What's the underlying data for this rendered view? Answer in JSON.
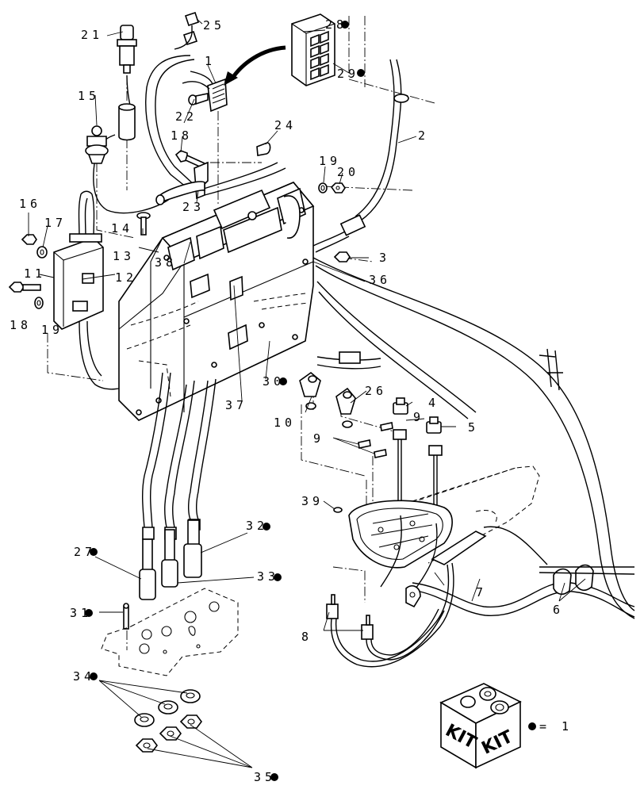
{
  "callouts": {
    "c1": "1",
    "c2": "2",
    "c3": "3",
    "c4": "4",
    "c5": "5",
    "c6": "6",
    "c7": "7",
    "c8": "8",
    "c9a": "9",
    "c9b": "9",
    "c10": "10",
    "c11": "11",
    "c12": "12",
    "c13": "13",
    "c14": "14",
    "c15": "15",
    "c16": "16",
    "c17": "17",
    "c18a": "18",
    "c18b": "18",
    "c19a": "19",
    "c19b": "19",
    "c20": "20",
    "c21": "21",
    "c22": "22",
    "c23": "23",
    "c24": "24",
    "c25": "25",
    "c26": "26",
    "c27": "27",
    "c28": "28",
    "c29": "29",
    "c30": "30",
    "c31": "31",
    "c32": "32",
    "c33": "33",
    "c34": "34",
    "c35": "35",
    "c36": "36",
    "c37": "37",
    "c38": "38",
    "c39": "39"
  },
  "kit": {
    "box_label_left": "KIT",
    "box_label_right": "KIT",
    "legend": "= 1"
  },
  "kit_marked_callouts": [
    "27",
    "28",
    "29",
    "30",
    "31",
    "32",
    "33",
    "34",
    "35"
  ]
}
